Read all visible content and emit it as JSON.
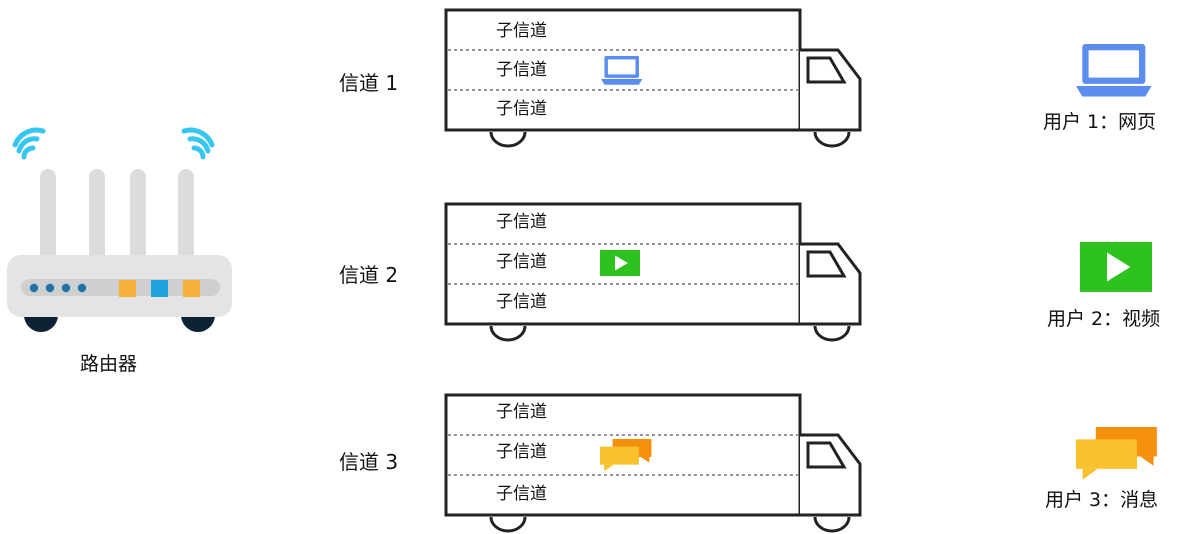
{
  "router": {
    "label": "路由器",
    "icon": "wifi-router-icon",
    "colors": {
      "wifi": "#35c6f2",
      "body": "#e4e4e4",
      "feet": "#0e2236",
      "dot": "#1f73a8",
      "port_orange": "#f7b23b",
      "port_blue": "#1ea4dd"
    }
  },
  "channels": [
    {
      "label": "信道 1",
      "subchannels": [
        "子信道",
        "子信道",
        "子信道"
      ],
      "payload_icon": "laptop-icon",
      "user": {
        "label": "用户 1：网页",
        "icon": "laptop-icon"
      }
    },
    {
      "label": "信道 2",
      "subchannels": [
        "子信道",
        "子信道",
        "子信道"
      ],
      "payload_icon": "video-play-icon",
      "user": {
        "label": "用户 2：视频",
        "icon": "video-play-icon"
      }
    },
    {
      "label": "信道 3",
      "subchannels": [
        "子信道",
        "子信道",
        "子信道"
      ],
      "payload_icon": "chat-bubbles-icon",
      "user": {
        "label": "用户 3：消息",
        "icon": "chat-bubbles-icon"
      }
    }
  ],
  "colors": {
    "laptop": "#5b8def",
    "video": "#2ec21e",
    "chat_front": "#fbc02d",
    "chat_back": "#f5900d",
    "truck_line": "#222222"
  }
}
